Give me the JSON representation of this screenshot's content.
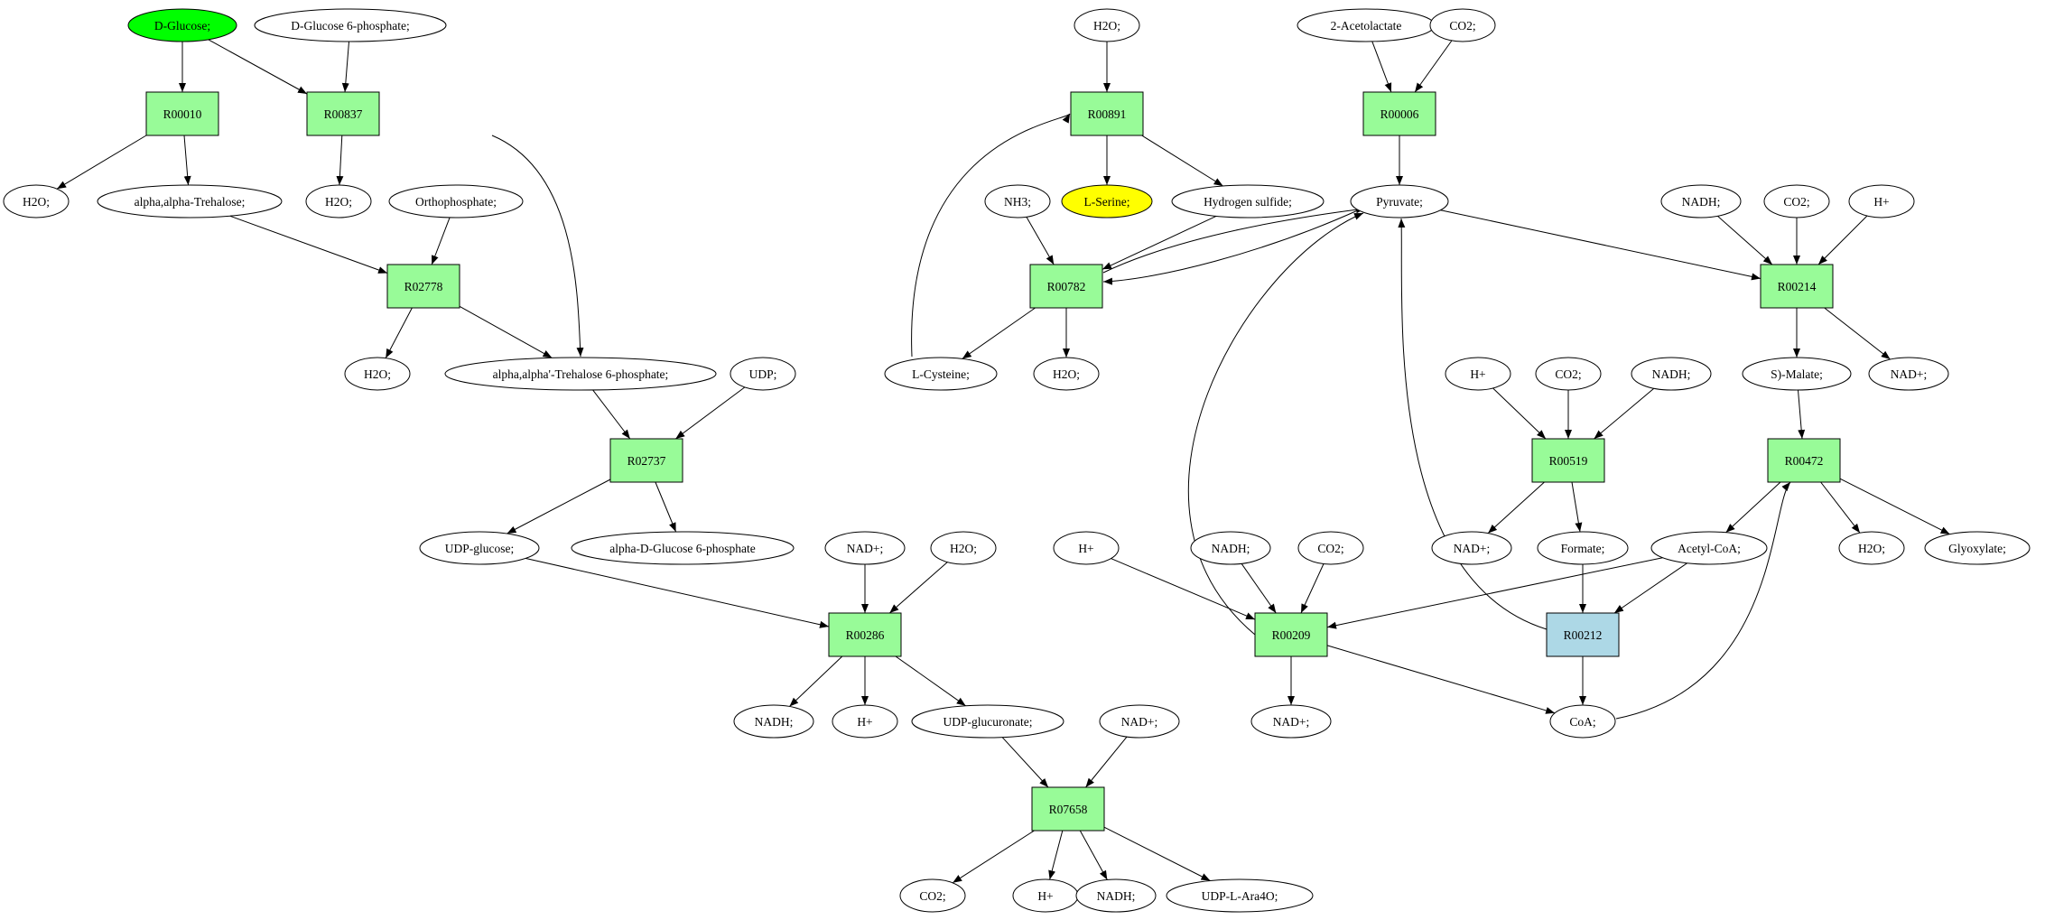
{
  "colors": {
    "reaction": "#98fb98",
    "reaction_highlight": "#add8e6",
    "compound": "#ffffff",
    "source_compound": "#00ff00",
    "target_compound": "#ffff00",
    "edge": "#000000"
  },
  "nodes": [
    {
      "id": "c_dglucose",
      "label": "D-Glucose;",
      "type": "compound",
      "fill": "#00ff00"
    },
    {
      "id": "c_dglc6p",
      "label": "D-Glucose 6-phosphate;",
      "type": "compound"
    },
    {
      "id": "r_R00010",
      "label": "R00010",
      "type": "reaction"
    },
    {
      "id": "r_R00837",
      "label": "R00837",
      "type": "reaction"
    },
    {
      "id": "c_h2o_1",
      "label": "H2O;",
      "type": "compound"
    },
    {
      "id": "c_trehalose",
      "label": "alpha,alpha-Trehalose;",
      "type": "compound"
    },
    {
      "id": "c_h2o_2",
      "label": "H2O;",
      "type": "compound"
    },
    {
      "id": "c_orthophosphate",
      "label": "Orthophosphate;",
      "type": "compound"
    },
    {
      "id": "r_R02778",
      "label": "R02778",
      "type": "reaction"
    },
    {
      "id": "c_h2o_3",
      "label": "H2O;",
      "type": "compound"
    },
    {
      "id": "c_tre6p",
      "label": "alpha,alpha'-Trehalose 6-phosphate;",
      "type": "compound"
    },
    {
      "id": "c_udp",
      "label": "UDP;",
      "type": "compound"
    },
    {
      "id": "r_R02737",
      "label": "R02737",
      "type": "reaction"
    },
    {
      "id": "c_udpglucose",
      "label": "UDP-glucose;",
      "type": "compound"
    },
    {
      "id": "c_adglc6p",
      "label": "alpha-D-Glucose 6-phosphate",
      "type": "compound"
    },
    {
      "id": "c_nadp_1",
      "label": "NAD+;",
      "type": "compound"
    },
    {
      "id": "c_h2o_4",
      "label": "H2O;",
      "type": "compound"
    },
    {
      "id": "r_R00286",
      "label": "R00286",
      "type": "reaction"
    },
    {
      "id": "c_nadh_1",
      "label": "NADH;",
      "type": "compound"
    },
    {
      "id": "c_hplus_1",
      "label": "H+",
      "type": "compound"
    },
    {
      "id": "c_udpglucuronate",
      "label": "UDP-glucuronate;",
      "type": "compound"
    },
    {
      "id": "c_nadp_2",
      "label": "NAD+;",
      "type": "compound"
    },
    {
      "id": "r_R07658",
      "label": "R07658",
      "type": "reaction"
    },
    {
      "id": "c_co2_1",
      "label": "CO2;",
      "type": "compound"
    },
    {
      "id": "c_hplus_2",
      "label": "H+",
      "type": "compound"
    },
    {
      "id": "c_nadh_2",
      "label": "NADH;",
      "type": "compound"
    },
    {
      "id": "c_udpara4o",
      "label": "UDP-L-Ara4O;",
      "type": "compound"
    },
    {
      "id": "c_h2o_5",
      "label": "H2O;",
      "type": "compound"
    },
    {
      "id": "r_R00891",
      "label": "R00891",
      "type": "reaction"
    },
    {
      "id": "c_lserine",
      "label": "L-Serine;",
      "type": "compound",
      "fill": "#ffff00"
    },
    {
      "id": "c_h2s",
      "label": "Hydrogen sulfide;",
      "type": "compound"
    },
    {
      "id": "c_nh3",
      "label": "NH3;",
      "type": "compound"
    },
    {
      "id": "r_R00782",
      "label": "R00782",
      "type": "reaction"
    },
    {
      "id": "c_lcysteine",
      "label": "L-Cysteine;",
      "type": "compound"
    },
    {
      "id": "c_h2o_6",
      "label": "H2O;",
      "type": "compound"
    },
    {
      "id": "c_acetolactate",
      "label": "2-Acetolactate",
      "type": "compound"
    },
    {
      "id": "c_co2_2",
      "label": "CO2;",
      "type": "compound"
    },
    {
      "id": "r_R00006",
      "label": "R00006",
      "type": "reaction"
    },
    {
      "id": "c_pyruvate",
      "label": "Pyruvate;",
      "type": "compound"
    },
    {
      "id": "c_nadh_3",
      "label": "NADH;",
      "type": "compound"
    },
    {
      "id": "c_co2_3",
      "label": "CO2;",
      "type": "compound"
    },
    {
      "id": "c_hplus_3",
      "label": "H+",
      "type": "compound"
    },
    {
      "id": "r_R00214",
      "label": "R00214",
      "type": "reaction"
    },
    {
      "id": "c_smalate",
      "label": "S)-Malate;",
      "type": "compound"
    },
    {
      "id": "c_nadp_3",
      "label": "NAD+;",
      "type": "compound"
    },
    {
      "id": "c_hplus_4",
      "label": "H+",
      "type": "compound"
    },
    {
      "id": "c_co2_4",
      "label": "CO2;",
      "type": "compound"
    },
    {
      "id": "c_nadh_4",
      "label": "NADH;",
      "type": "compound"
    },
    {
      "id": "r_R00519",
      "label": "R00519",
      "type": "reaction"
    },
    {
      "id": "c_nadp_4",
      "label": "NAD+;",
      "type": "compound"
    },
    {
      "id": "c_formate",
      "label": "Formate;",
      "type": "compound"
    },
    {
      "id": "r_R00472",
      "label": "R00472",
      "type": "reaction"
    },
    {
      "id": "c_acetylcoa",
      "label": "Acetyl-CoA;",
      "type": "compound"
    },
    {
      "id": "c_h2o_7",
      "label": "H2O;",
      "type": "compound"
    },
    {
      "id": "c_glyoxylate",
      "label": "Glyoxylate;",
      "type": "compound"
    },
    {
      "id": "c_hplus_5",
      "label": "H+",
      "type": "compound"
    },
    {
      "id": "c_nadh_5",
      "label": "NADH;",
      "type": "compound"
    },
    {
      "id": "c_co2_5",
      "label": "CO2;",
      "type": "compound"
    },
    {
      "id": "r_R00209",
      "label": "R00209",
      "type": "reaction"
    },
    {
      "id": "r_R00212",
      "label": "R00212",
      "type": "reaction",
      "fill": "#add8e6"
    },
    {
      "id": "c_nadp_5",
      "label": "NAD+;",
      "type": "compound"
    },
    {
      "id": "c_coa",
      "label": "CoA;",
      "type": "compound"
    }
  ],
  "edges": [
    {
      "from": "c_dglucose",
      "to": "r_R00010"
    },
    {
      "from": "c_dglucose",
      "to": "r_R00837"
    },
    {
      "from": "c_dglc6p",
      "to": "r_R00837"
    },
    {
      "from": "r_R00010",
      "to": "c_h2o_1"
    },
    {
      "from": "r_R00010",
      "to": "c_trehalose"
    },
    {
      "from": "r_R00837",
      "to": "c_h2o_2"
    },
    {
      "from": "r_R00837",
      "to": "c_tre6p"
    },
    {
      "from": "c_trehalose",
      "to": "r_R02778"
    },
    {
      "from": "c_orthophosphate",
      "to": "r_R02778"
    },
    {
      "from": "r_R02778",
      "to": "c_h2o_3"
    },
    {
      "from": "r_R02778",
      "to": "c_tre6p"
    },
    {
      "from": "c_tre6p",
      "to": "r_R02737"
    },
    {
      "from": "c_udp",
      "to": "r_R02737"
    },
    {
      "from": "r_R02737",
      "to": "c_udpglucose"
    },
    {
      "from": "r_R02737",
      "to": "c_adglc6p"
    },
    {
      "from": "c_udpglucose",
      "to": "r_R00286"
    },
    {
      "from": "c_nadp_1",
      "to": "r_R00286"
    },
    {
      "from": "c_h2o_4",
      "to": "r_R00286"
    },
    {
      "from": "r_R00286",
      "to": "c_nadh_1"
    },
    {
      "from": "r_R00286",
      "to": "c_hplus_1"
    },
    {
      "from": "r_R00286",
      "to": "c_udpglucuronate"
    },
    {
      "from": "c_udpglucuronate",
      "to": "r_R07658"
    },
    {
      "from": "c_nadp_2",
      "to": "r_R07658"
    },
    {
      "from": "r_R07658",
      "to": "c_co2_1"
    },
    {
      "from": "r_R07658",
      "to": "c_hplus_2"
    },
    {
      "from": "r_R07658",
      "to": "c_nadh_2"
    },
    {
      "from": "r_R07658",
      "to": "c_udpara4o"
    },
    {
      "from": "c_h2o_5",
      "to": "r_R00891"
    },
    {
      "from": "r_R00891",
      "to": "c_lserine"
    },
    {
      "from": "r_R00891",
      "to": "c_h2s"
    },
    {
      "from": "c_lcysteine",
      "to": "r_R00891"
    },
    {
      "from": "c_nh3",
      "to": "r_R00782"
    },
    {
      "from": "c_h2s",
      "to": "r_R00782"
    },
    {
      "from": "c_pyruvate",
      "to": "r_R00782"
    },
    {
      "from": "r_R00782",
      "to": "c_pyruvate"
    },
    {
      "from": "r_R00782",
      "to": "c_lcysteine"
    },
    {
      "from": "r_R00782",
      "to": "c_h2o_6"
    },
    {
      "from": "c_acetolactate",
      "to": "r_R00006"
    },
    {
      "from": "c_co2_2",
      "to": "r_R00006"
    },
    {
      "from": "r_R00006",
      "to": "c_pyruvate"
    },
    {
      "from": "c_pyruvate",
      "to": "r_R00214"
    },
    {
      "from": "c_nadh_3",
      "to": "r_R00214"
    },
    {
      "from": "c_co2_3",
      "to": "r_R00214"
    },
    {
      "from": "c_hplus_3",
      "to": "r_R00214"
    },
    {
      "from": "r_R00214",
      "to": "c_smalate"
    },
    {
      "from": "r_R00214",
      "to": "c_nadp_3"
    },
    {
      "from": "c_hplus_4",
      "to": "r_R00519"
    },
    {
      "from": "c_co2_4",
      "to": "r_R00519"
    },
    {
      "from": "c_nadh_4",
      "to": "r_R00519"
    },
    {
      "from": "r_R00519",
      "to": "c_nadp_4"
    },
    {
      "from": "r_R00519",
      "to": "c_formate"
    },
    {
      "from": "c_smalate",
      "to": "r_R00472"
    },
    {
      "from": "r_R00472",
      "to": "c_acetylcoa"
    },
    {
      "from": "r_R00472",
      "to": "c_h2o_7"
    },
    {
      "from": "r_R00472",
      "to": "c_glyoxylate"
    },
    {
      "from": "c_coa",
      "to": "r_R00472"
    },
    {
      "from": "c_hplus_5",
      "to": "r_R00209"
    },
    {
      "from": "c_nadh_5",
      "to": "r_R00209"
    },
    {
      "from": "c_co2_5",
      "to": "r_R00209"
    },
    {
      "from": "c_acetylcoa",
      "to": "r_R00209"
    },
    {
      "from": "r_R00209",
      "to": "c_pyruvate"
    },
    {
      "from": "r_R00209",
      "to": "c_nadp_5"
    },
    {
      "from": "r_R00209",
      "to": "c_coa"
    },
    {
      "from": "c_formate",
      "to": "r_R00212"
    },
    {
      "from": "c_acetylcoa",
      "to": "r_R00212"
    },
    {
      "from": "r_R00212",
      "to": "c_pyruvate"
    },
    {
      "from": "r_R00212",
      "to": "c_coa"
    }
  ]
}
